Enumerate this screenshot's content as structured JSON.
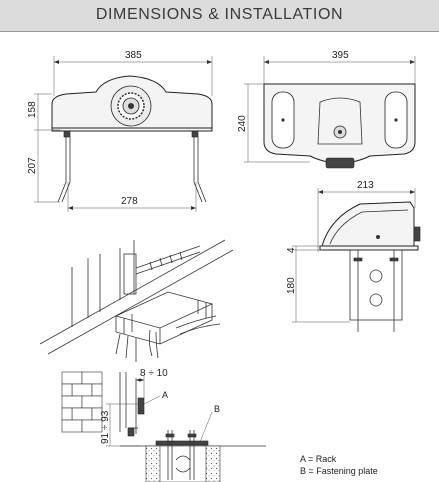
{
  "header": {
    "title": "DIMENSIONS & INSTALLATION"
  },
  "dimensions": {
    "front_width": "385",
    "front_height": "158",
    "leg_height": "207",
    "leg_spacing": "278",
    "top_width": "395",
    "top_depth": "240",
    "side_width": "213",
    "side_gap": "4",
    "side_bracket_height": "180",
    "rack_gap": "8 ÷ 10",
    "rack_height": "91 ÷ 93"
  },
  "callouts": {
    "a": "A",
    "b": "B"
  },
  "legend": {
    "rack": "A = Rack",
    "plate": "B = Fastening plate"
  }
}
